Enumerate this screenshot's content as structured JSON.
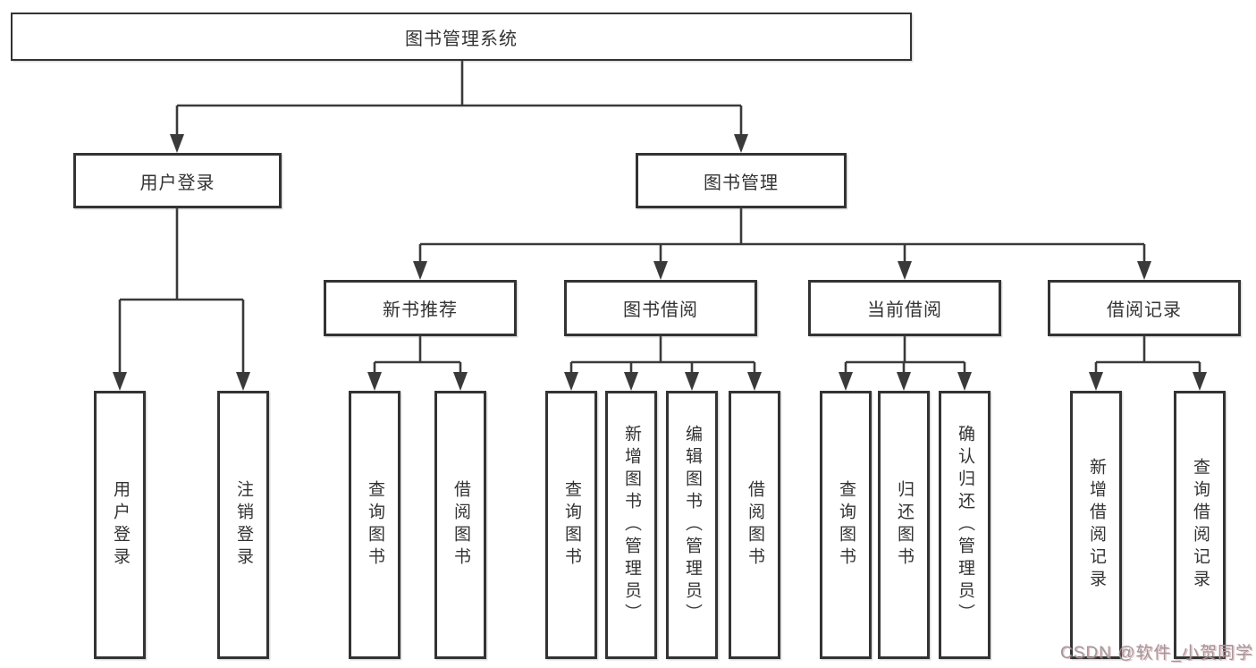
{
  "diagram": {
    "type": "tree",
    "title": "图书管理系统"
  },
  "nodes": {
    "root": "图书管理系统",
    "user_login": "用户登录",
    "book_management": "图书管理",
    "login": "用户登录",
    "logout": "注销登录",
    "new_book_recommend": "新书推荐",
    "book_borrowing": "图书借阅",
    "current_borrowing": "当前借阅",
    "borrowing_records": "借阅记录",
    "nbr_query_books": "查询图书",
    "nbr_borrow_books": "借阅图书",
    "bb_query_books": "查询图书",
    "bb_add_books": "新增图书（管理员）",
    "bb_edit_books": "编辑图书（管理员）",
    "bb_borrow_books": "借阅图书",
    "cb_query_books": "查询图书",
    "cb_return_books": "归还图书",
    "cb_confirm_return": "确认归还（管理员）",
    "br_add_record": "新增借阅记录",
    "br_query_record": "查询借阅记录"
  },
  "watermark": "CSDN @软件_小贺同学",
  "colors": {
    "line": "#3a3a3a",
    "border": "#333333",
    "text": "#333333",
    "background": "#ffffff",
    "watermark": "#9b9ba0"
  }
}
